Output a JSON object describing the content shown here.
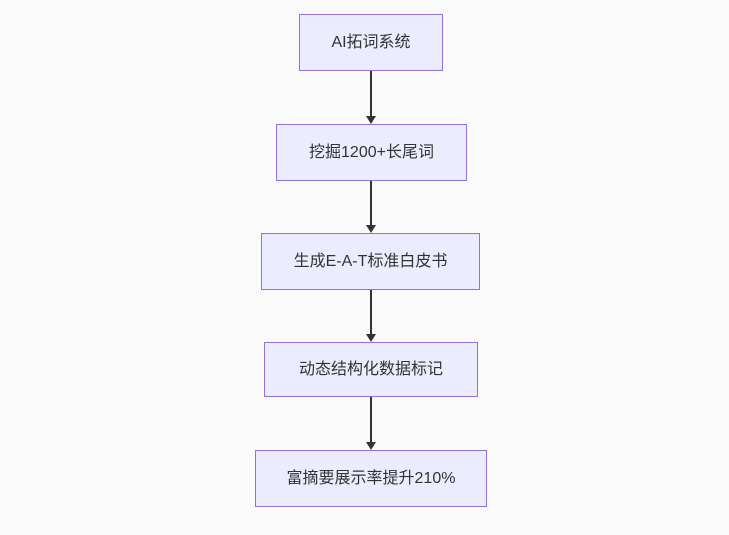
{
  "diagram": {
    "type": "flowchart",
    "direction": "top-down",
    "nodes": [
      {
        "label": "AI拓词系统"
      },
      {
        "label": "挖掘1200+长尾词"
      },
      {
        "label": "生成E-A-T标准白皮书"
      },
      {
        "label": "动态结构化数据标记"
      },
      {
        "label": "富摘要展示率提升210%"
      }
    ],
    "edges": [
      {
        "from": 0,
        "to": 1,
        "style": "arrow-down"
      },
      {
        "from": 1,
        "to": 2,
        "style": "arrow-down"
      },
      {
        "from": 2,
        "to": 3,
        "style": "arrow-down"
      },
      {
        "from": 3,
        "to": 4,
        "style": "arrow-down"
      }
    ],
    "colors": {
      "background": "#fafafa",
      "node_fill": "#ececff",
      "node_border": "#9370db",
      "edge": "#333333",
      "text": "#333333"
    }
  }
}
